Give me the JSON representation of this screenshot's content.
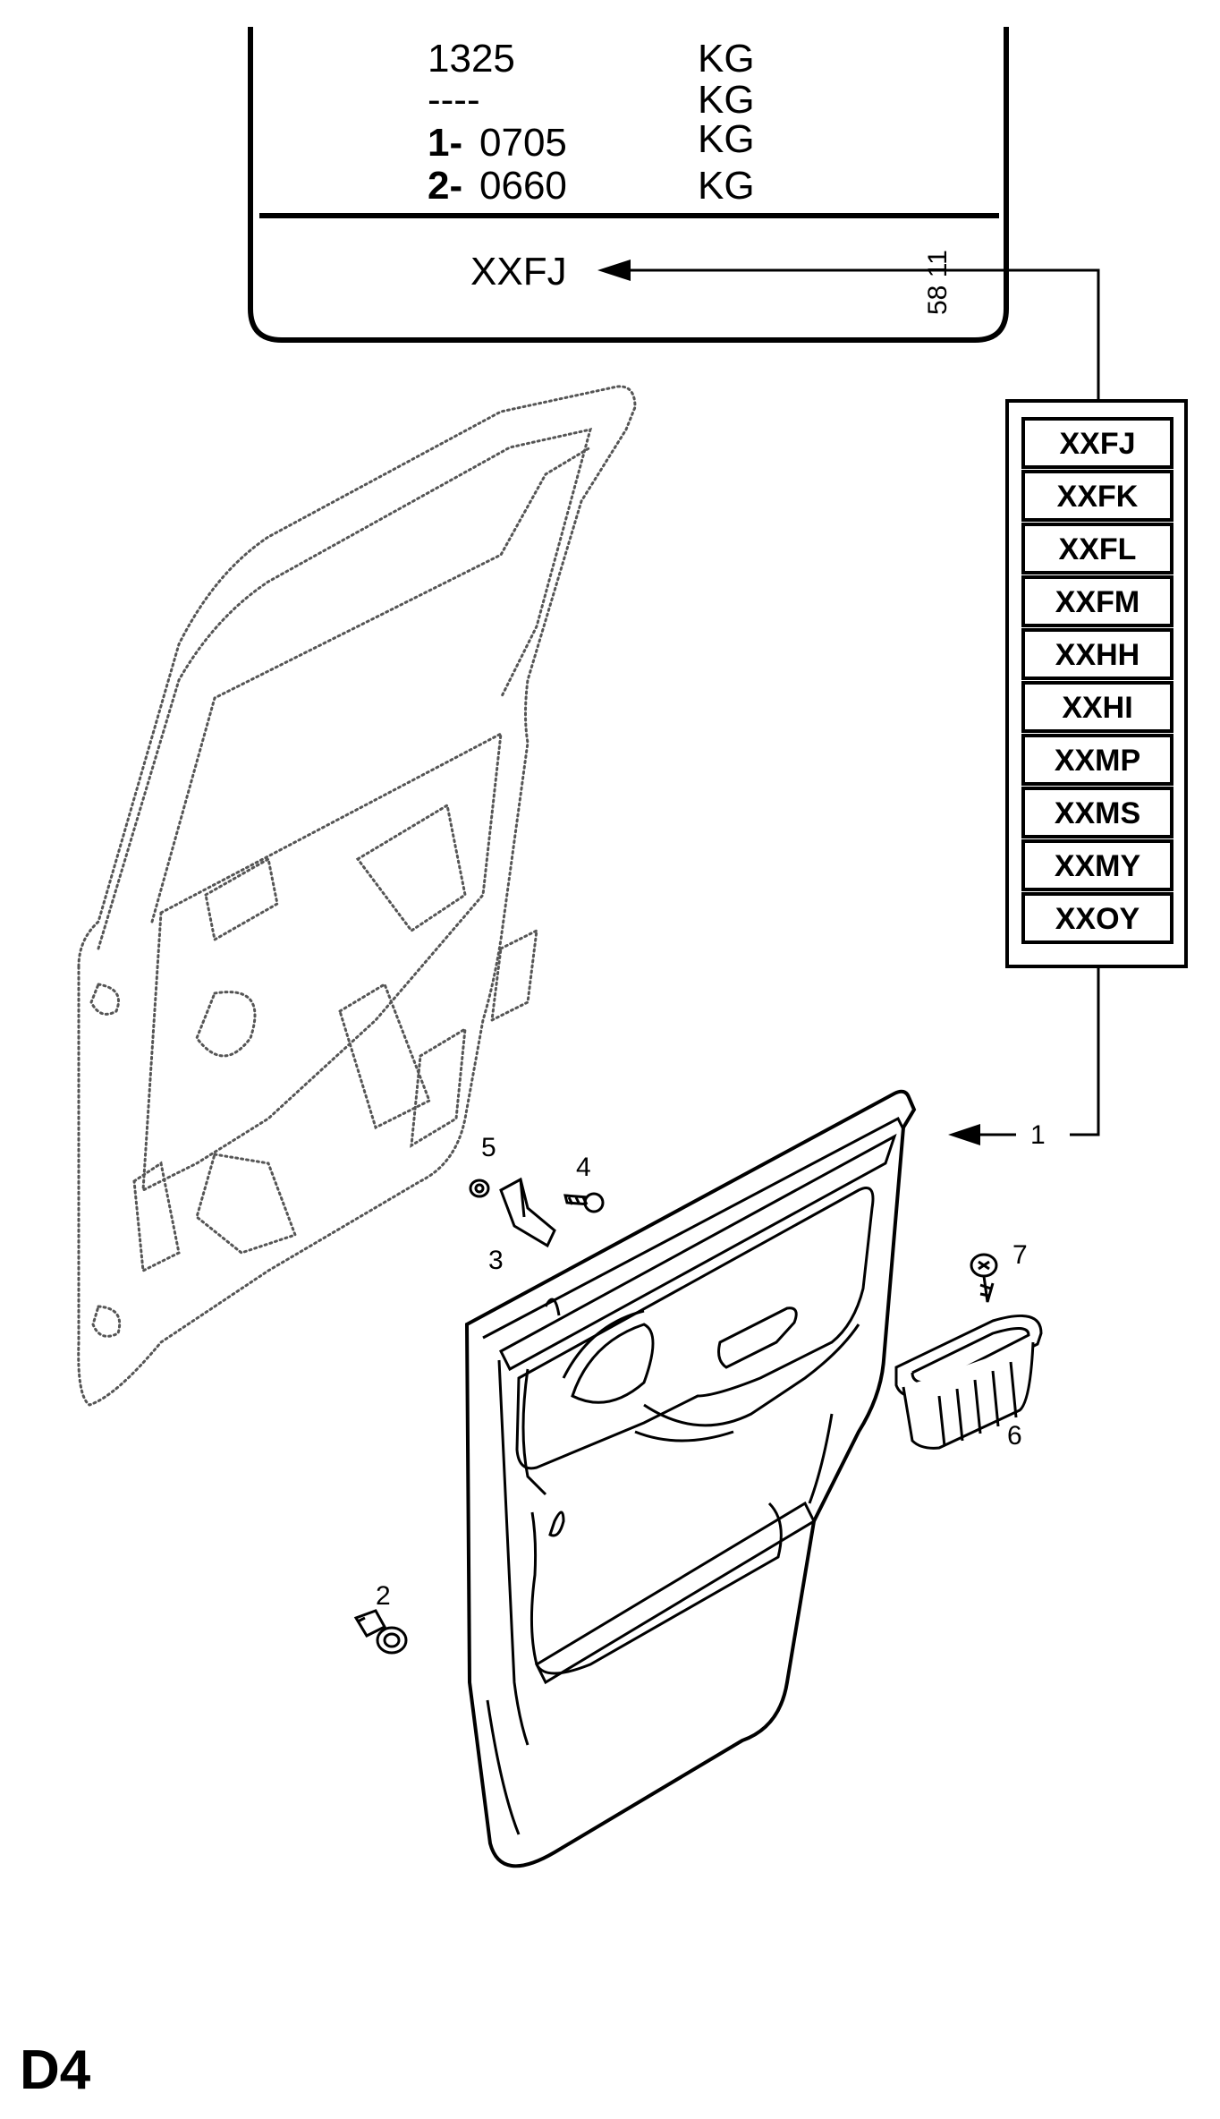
{
  "spec_table": {
    "rows": [
      {
        "prefix": "",
        "value": "1325",
        "unit": "KG"
      },
      {
        "prefix": "",
        "value": "----",
        "unit": "KG"
      },
      {
        "prefix": "1-",
        "value": "0705",
        "unit": "KG"
      },
      {
        "prefix": "2-",
        "value": "0660",
        "unit": "KG"
      }
    ],
    "code_label": "XXFJ",
    "ref_number": "58 11"
  },
  "codes": [
    "XXFJ",
    "XXFK",
    "XXFL",
    "XXFM",
    "XXHH",
    "XXHI",
    "XXMP",
    "XXMS",
    "XXMY",
    "XXOY"
  ],
  "callouts": {
    "c1": "1",
    "c2": "2",
    "c3": "3",
    "c4": "4",
    "c5": "5",
    "c6": "6",
    "c7": "7"
  },
  "page_label": "D4"
}
